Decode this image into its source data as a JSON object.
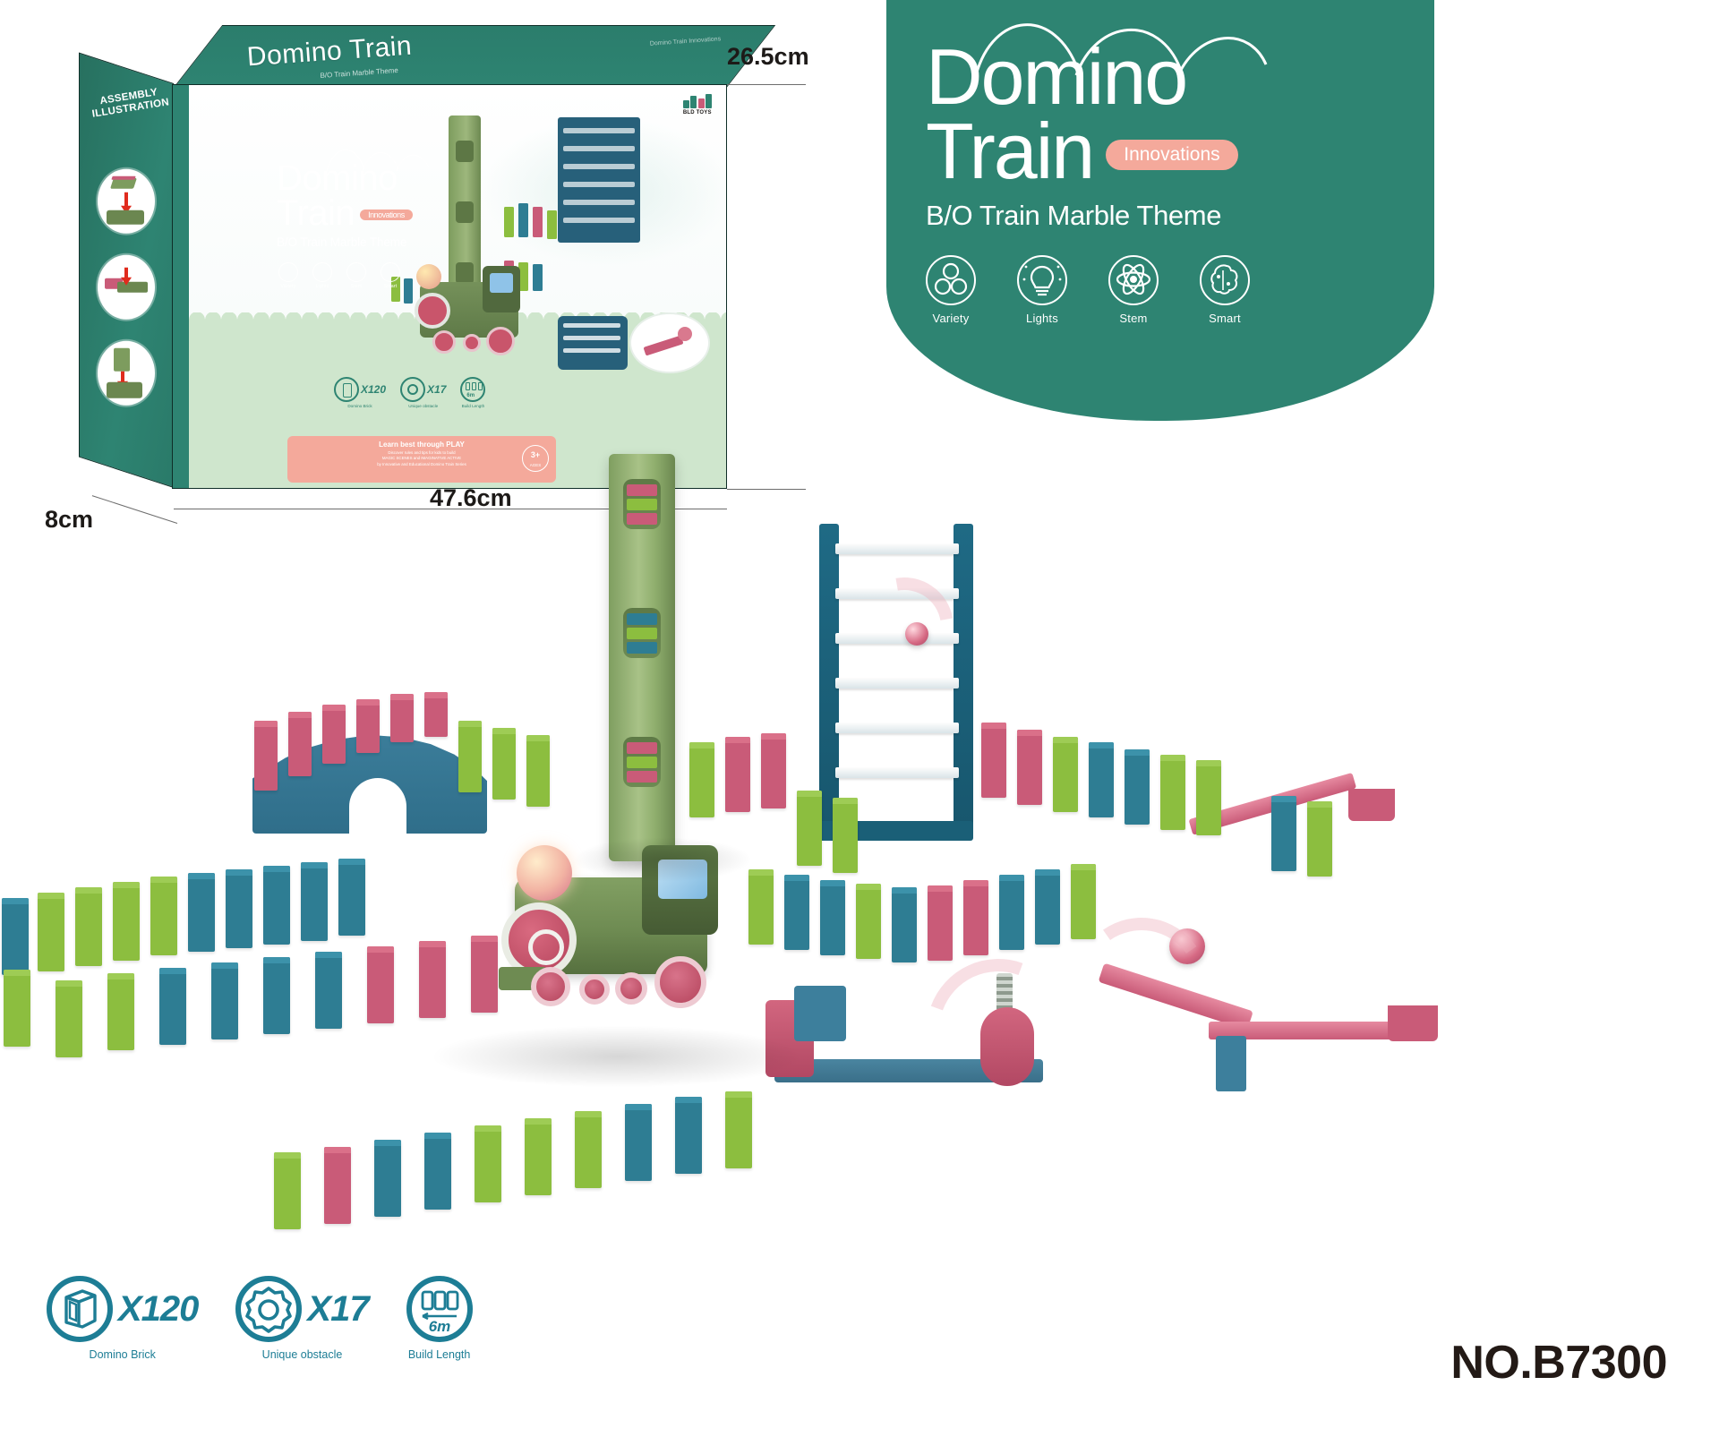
{
  "product": {
    "brand": "BLD TOYS",
    "number_label": "NO.B7300",
    "title_line1": "Domino",
    "title_line2": "Train",
    "innovations_badge": "Innovations",
    "subtitle": "B/O Train Marble Theme",
    "accent_green": "#2E8472",
    "accent_pink": "#F4A99B",
    "accent_teal": "#1D7D95",
    "domino_green": "#8CBE3F",
    "domino_blue": "#2E7D93",
    "domino_pink": "#C95B78"
  },
  "feature_icons": [
    {
      "icon": "variety-icon",
      "label": "Variety"
    },
    {
      "icon": "lights-icon",
      "label": "Lights"
    },
    {
      "icon": "stem-icon",
      "label": "Stem"
    },
    {
      "icon": "smart-icon",
      "label": "Smart"
    }
  ],
  "spec_icons": [
    {
      "icon": "domino-brick-icon",
      "value": "X120",
      "label": "Domino Brick"
    },
    {
      "icon": "gear-obstacle-icon",
      "value": "X17",
      "label": "Unique obstacle"
    },
    {
      "icon": "build-length-icon",
      "value": "6m",
      "label": "Build Length"
    }
  ],
  "dimensions": {
    "height": "26.5cm",
    "width": "47.6cm",
    "depth": "8cm"
  },
  "box": {
    "side_panel_label": "ASSEMBLY\nILLUSTRATION",
    "top_panel_logo": "Domino Train",
    "top_panel_sub": "B/O Train Marble Theme",
    "top_panel_mini": "Domino Train Innovations",
    "pink_banner_heading": "Learn best through PLAY",
    "pink_banner_body": "Discover rules and tips for kids to build\nMAGIC SCENES and IMAGINATIVE ACTIVE\nby Innovative and Educational Domino Train Series",
    "ages_value": "3+",
    "ages_label": "AGES"
  }
}
